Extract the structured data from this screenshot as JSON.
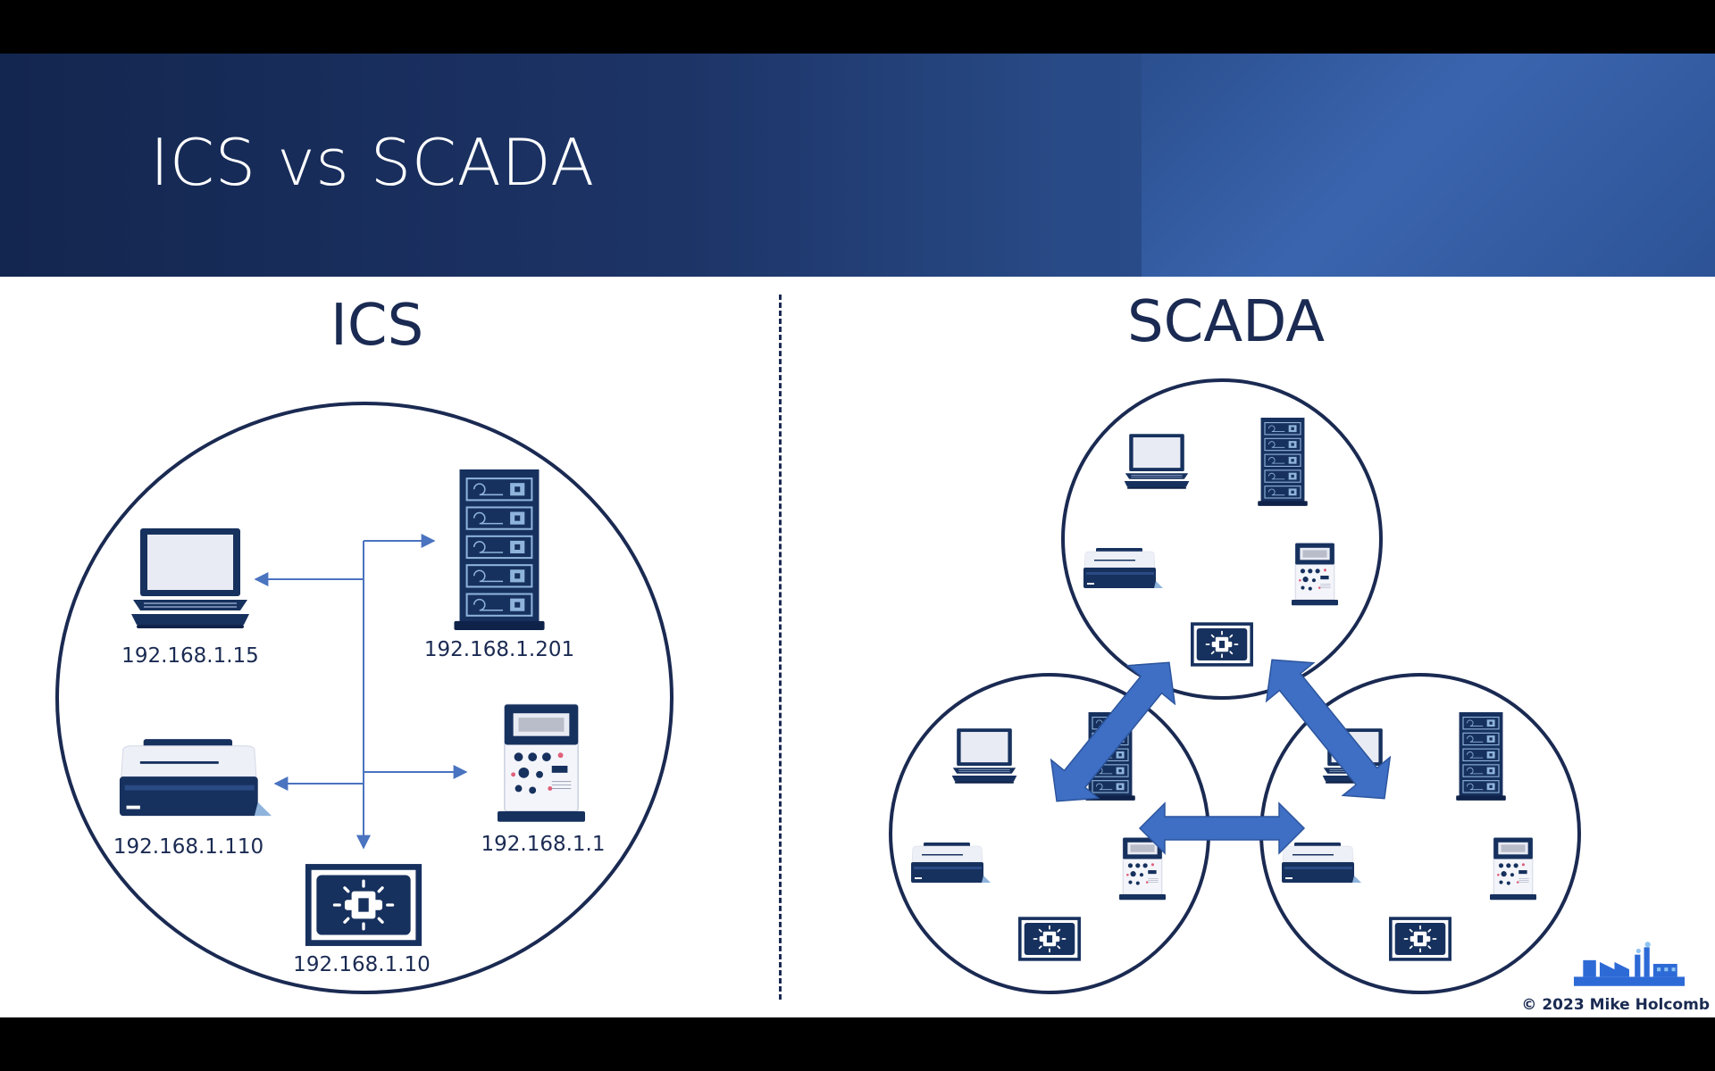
{
  "slide": {
    "title": "ICS vs SCADA",
    "copyright": "© 2023 Mike Holcomb"
  },
  "ics": {
    "heading": "ICS",
    "devices": [
      {
        "id": "laptop",
        "type": "laptop-icon",
        "ip": "192.168.1.15"
      },
      {
        "id": "server",
        "type": "server-rack-icon",
        "ip": "192.168.1.201"
      },
      {
        "id": "printer",
        "type": "printer-icon",
        "ip": "192.168.1.110"
      },
      {
        "id": "controller",
        "type": "controller-icon",
        "ip": "192.168.1.1"
      },
      {
        "id": "hmi",
        "type": "hmi-panel-icon",
        "ip": "192.168.1.10"
      }
    ]
  },
  "scada": {
    "heading": "SCADA",
    "sites": [
      "top",
      "bottom-left",
      "bottom-right"
    ]
  },
  "colors": {
    "navy": "#1a2a52",
    "device": "#17315e",
    "accent": "#3f6fc4",
    "line": "#4a73c0",
    "screen": "#e9ebf4",
    "slot": "#8fb4dc"
  }
}
